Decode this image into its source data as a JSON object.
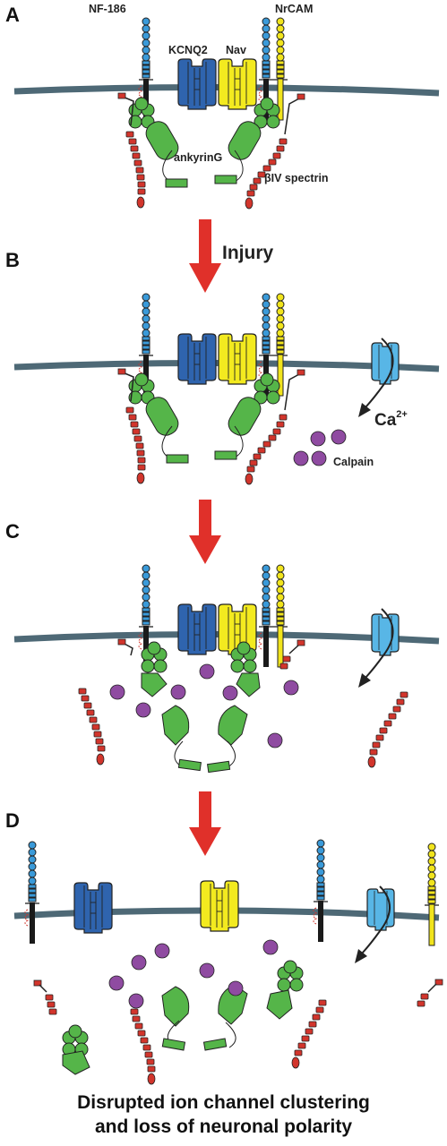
{
  "panels": [
    "A",
    "B",
    "C",
    "D"
  ],
  "labels": {
    "nf186": "NF-186",
    "kcnq2": "KCNQ2",
    "nav": "Nav",
    "nrcam": "NrCAM",
    "ankyring": "ankyrinG",
    "beta_symbol": "β",
    "spectrin": "IV spectrin",
    "injury": "Injury",
    "ca": "Ca",
    "ca_charge": "2+",
    "calpain": "Calpain"
  },
  "caption": {
    "line1": "Disrupted ion channel clustering",
    "line2": "and loss of neuronal polarity"
  },
  "colors": {
    "membrane": "#4e6976",
    "nf186_bead": "#3a9ad9",
    "nrcam_bead": "#f1e41c",
    "kcnq2": "#2f64ae",
    "nav": "#f3ea1f",
    "ca_channel": "#58b6e6",
    "ankyrin": "#55b549",
    "spectrin": "#d2352c",
    "calpain": "#8f4ba1",
    "arrow": "#e0302a"
  }
}
